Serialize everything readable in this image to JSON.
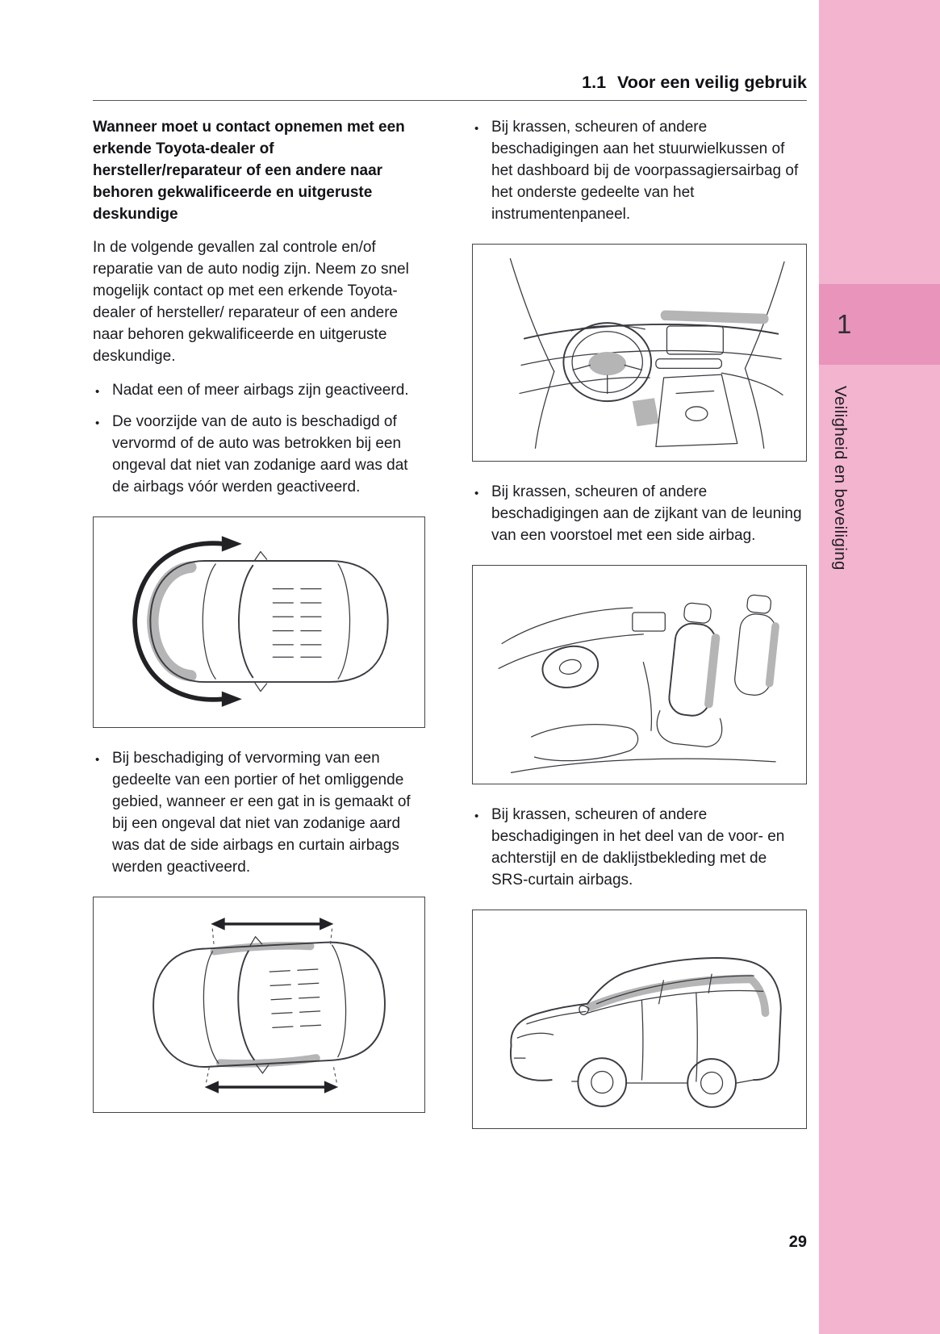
{
  "colors": {
    "sidebar_pink": "#f3b4cf",
    "chapter_box_pink": "#e994bb",
    "text_dark": "#1b1b20",
    "figure_highlight_gray": "#b5b5b5"
  },
  "header": {
    "section_number": "1.1",
    "section_title": "Voor een veilig gebruik"
  },
  "sidebar": {
    "chapter_number": "1",
    "chapter_title": "Veiligheid en beveiliging"
  },
  "footer": {
    "page_number": "29"
  },
  "left_column": {
    "heading": "Wanneer moet u contact opnemen met een erkende Toyota-dealer of hersteller/reparateur of een andere naar behoren gekwalificeerde en uitgeruste deskundige",
    "intro": "In de volgende gevallen zal controle en/of reparatie van de auto nodig zijn. Neem zo snel mogelijk contact op met een erkende Toyota-dealer of hersteller/ reparateur of een andere naar behoren gekwalificeerde en uitgeruste deskundige.",
    "bullets": [
      "Nadat een of meer airbags zijn geactiveerd.",
      "De voorzijde van de auto is beschadigd of vervormd of de auto was betrokken bij een ongeval dat niet van zodanige aard was dat de airbags vóór werden geactiveerd.",
      "Bij beschadiging of vervorming van een gedeelte van een portier of het omliggende gebied, wanneer er een gat in is gemaakt of bij een ongeval dat niet van zodanige aard was dat de side airbags en curtain airbags werden geactiveerd."
    ]
  },
  "right_column": {
    "bullets": [
      "Bij krassen, scheuren of andere beschadigingen aan het stuurwielkussen of het dashboard bij de voorpassagiersairbag of het onderste gedeelte van het instrumentenpaneel.",
      "Bij krassen, scheuren of andere beschadigingen aan de zijkant van de leuning van een voorstoel met een side airbag.",
      "Bij krassen, scheuren of andere beschadigingen in het deel van de voor- en achterstijl en de daklijstbekleding met de SRS-curtain airbags."
    ]
  },
  "figures": {
    "front_impact": "car-top-view-front-airbag-zone",
    "dashboard": "dashboard-and-front-airbag-locations",
    "seats": "front-seat-side-airbag-location",
    "side_impact": "car-top-view-side-airbag-zones",
    "curtain": "suv-curtain-airbag-roof-rails"
  }
}
